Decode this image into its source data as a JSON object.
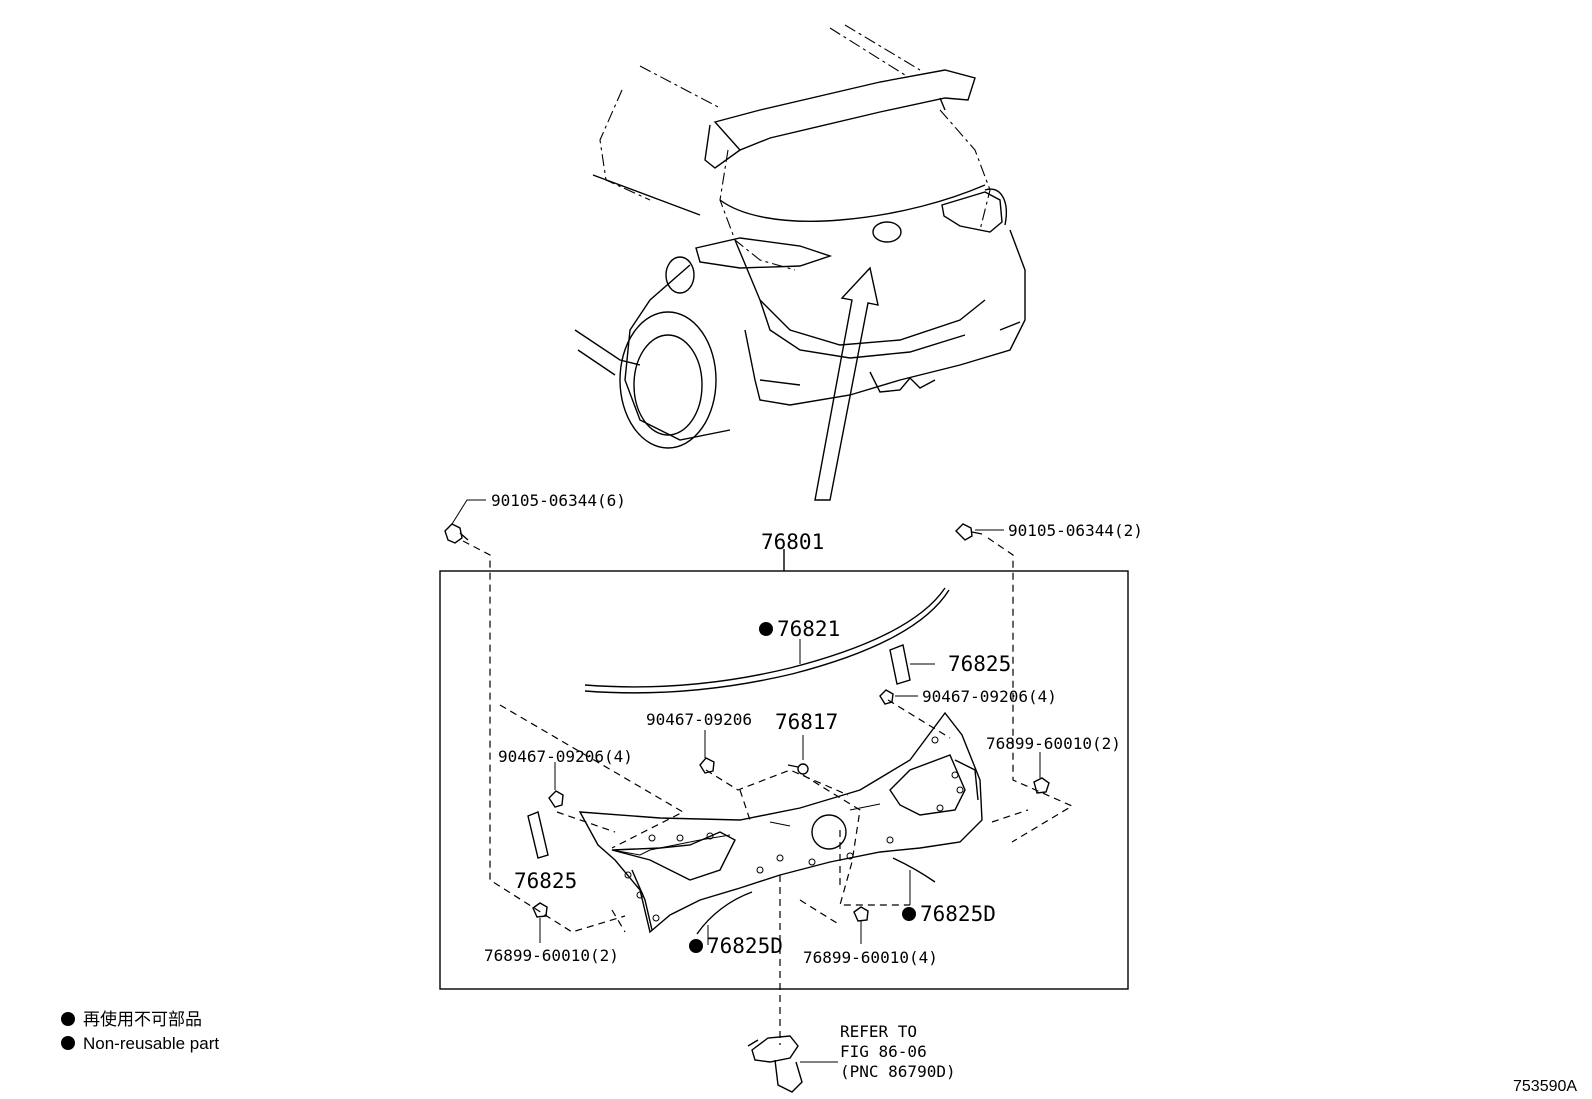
{
  "callouts": {
    "bolt_top_left": "90105-06344(6)",
    "bolt_top_right": "90105-06344(2)",
    "assembly": "76801",
    "nr_moulding": "76821",
    "pad_right": "76825",
    "clip_right": "90467-09206(4)",
    "clip_center": "90467-09206",
    "emblem": "76817",
    "clip_left": "90467-09206(4)",
    "nut_right": "76899-60010(2)",
    "pad_left": "76825",
    "nr_strip_right": "76825D",
    "nr_strip_left": "76825D",
    "nut_bottom_left": "76899-60010(2)",
    "nut_bottom_center": "76899-60010(4)"
  },
  "refer": {
    "line1": "REFER TO",
    "line2": "FIG 86-06",
    "line3": "(PNC 86790D)"
  },
  "legend": {
    "jp": "再使用不可部品",
    "en": "Non-reusable part"
  },
  "figure_id": "753590A",
  "marker_symbol": "●"
}
